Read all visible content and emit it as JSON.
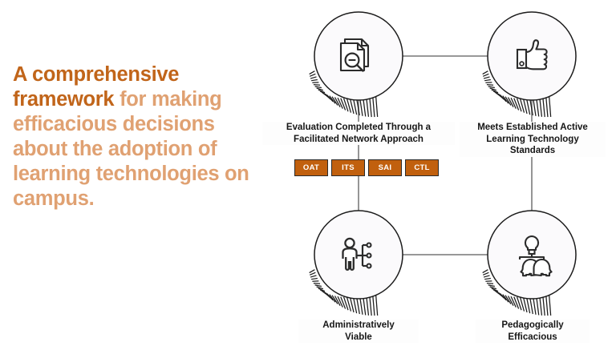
{
  "headline": {
    "strong_text": "A comprehensive framework",
    "light_text": " for making efficacious decisions about the adoption of learning technologies on campus.",
    "strong_color": "#C1651A",
    "light_color": "#E0A172"
  },
  "diagram": {
    "nodes": [
      {
        "id": "evaluation",
        "label": "Evaluation Completed Through a\nFacilitated Network Approach",
        "icon": "document-magnifier-icon",
        "position": "top-left"
      },
      {
        "id": "standards",
        "label": "Meets Established Active\nLearning Technology\nStandards",
        "icon": "thumbs-up-icon",
        "position": "top-right"
      },
      {
        "id": "administrative",
        "label": "Administratively\nViable",
        "icon": "person-network-icon",
        "position": "bottom-left"
      },
      {
        "id": "pedagogical",
        "label": "Pedagogically\nEfficacious",
        "icon": "two-heads-lightbulb-icon",
        "position": "bottom-right"
      }
    ],
    "tags": [
      {
        "label": "OAT"
      },
      {
        "label": "ITS"
      },
      {
        "label": "SAI"
      },
      {
        "label": "CTL"
      }
    ],
    "tag_color": "#C1600E",
    "tag_border_color": "#2b2b2b",
    "circle_fill": "#FBFAFC",
    "circle_stroke": "#1b1b1b",
    "connector_color": "#8a8a8a"
  }
}
